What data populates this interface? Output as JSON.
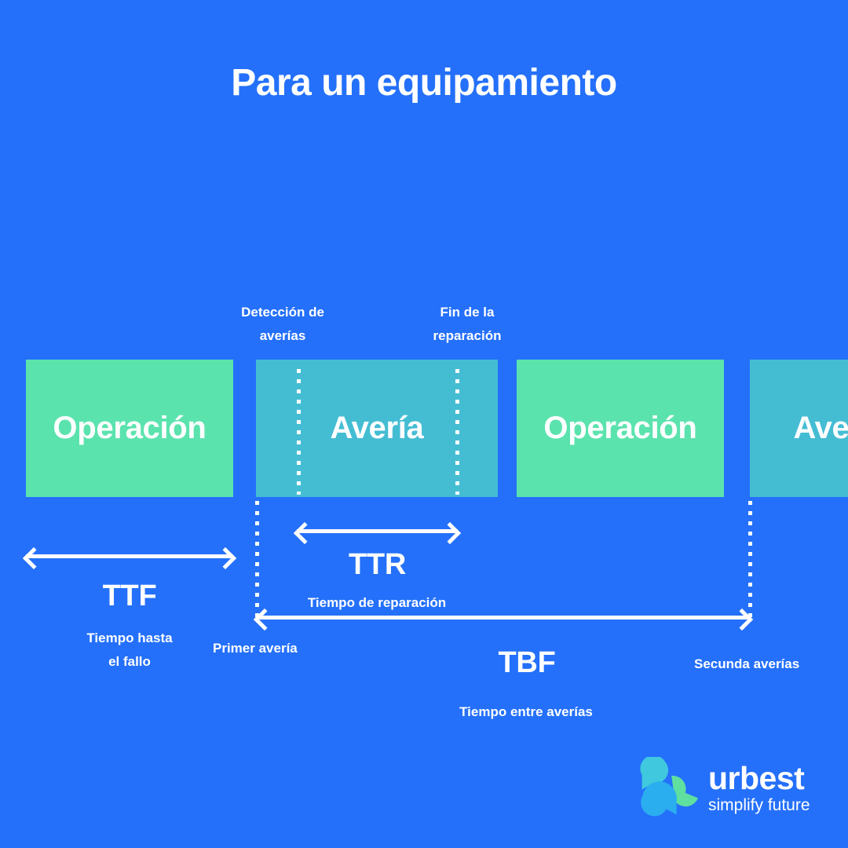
{
  "header": {
    "title": "Para un equipamiento"
  },
  "colors": {
    "background": "#2470FA",
    "operation_block": "#5BE3AE",
    "failure_block": "#44BDD3",
    "text": "#FFFFFF",
    "logo_teal": "#3FC8DE",
    "logo_green": "#5FE0A0",
    "logo_blue": "#2BAEF0"
  },
  "events": {
    "detection": "Detección de\naverías",
    "detection_line_1": "Detección de",
    "detection_line_2": "averías",
    "repair_end_line_1": "Fin de la",
    "repair_end_line_2": "reparación"
  },
  "timeline": {
    "blocks": [
      {
        "id": "operation-1",
        "label": "Operación",
        "state": "operation"
      },
      {
        "id": "failure-1",
        "label": "Avería",
        "state": "failure"
      },
      {
        "id": "operation-2",
        "label": "Operación",
        "state": "operation"
      },
      {
        "id": "failure-2",
        "label": "Avería",
        "state": "failure"
      }
    ]
  },
  "metrics": {
    "ttf": {
      "acronym": "TTF",
      "description_line_1": "Tiempo hasta",
      "description_line_2": "el fallo"
    },
    "ttr": {
      "acronym": "TTR",
      "description": "Tiempo de reparación"
    },
    "tbf": {
      "acronym": "TBF",
      "description": "Tiempo entre averías"
    }
  },
  "points": {
    "first_failure": "Primer avería",
    "second_failure": "Secunda averías"
  },
  "brand": {
    "name": "urbest",
    "tagline": "simplify future"
  }
}
